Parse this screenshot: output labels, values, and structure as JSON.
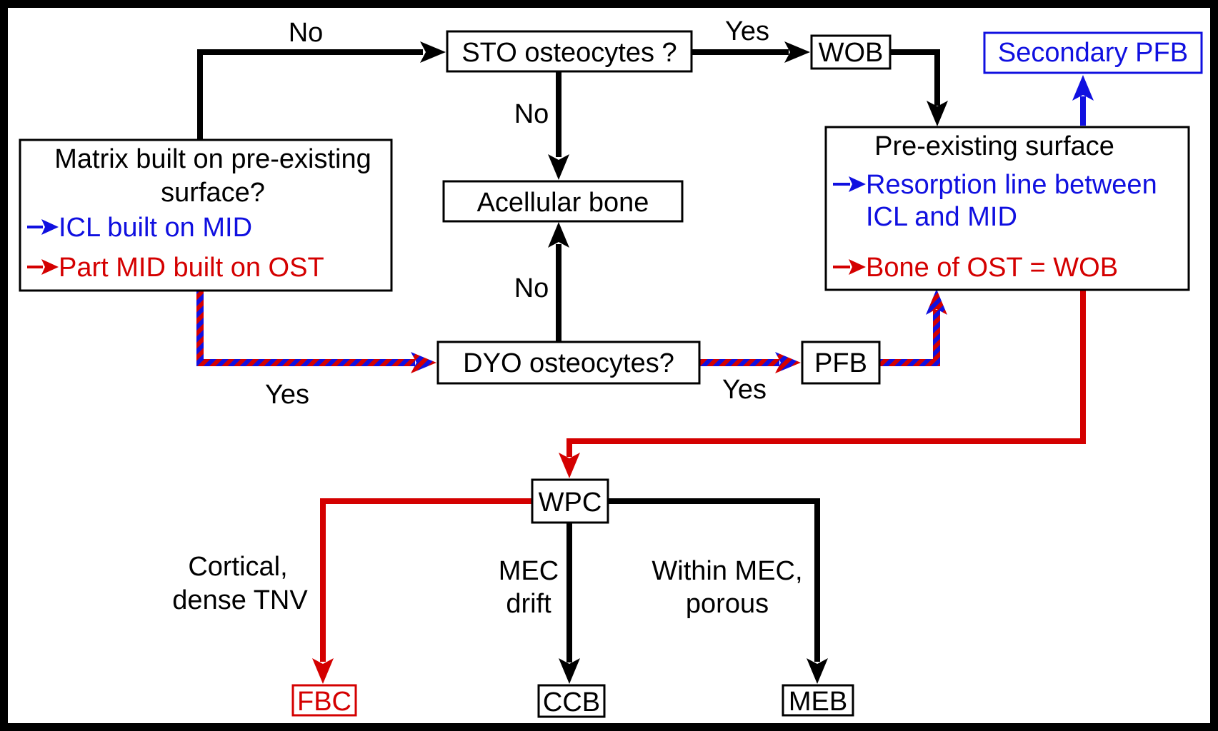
{
  "colors": {
    "black": "#000000",
    "blue": "#1010e0",
    "red": "#d40000"
  },
  "nodes": {
    "matrix_title_1": "Matrix built on pre-existing",
    "matrix_title_2": "surface?",
    "matrix_blue_item": "ICL built on MID",
    "matrix_red_item": "Part MID built on OST",
    "sto": "STO osteocytes ?",
    "wob": "WOB",
    "secondary_pfb": "Secondary PFB",
    "acellular": "Acellular bone",
    "dyo": "DYO osteocytes?",
    "pfb": "PFB",
    "preexisting_title": "Pre-existing surface",
    "preexisting_blue_1": "Resorption line between",
    "preexisting_blue_2": "ICL and MID",
    "preexisting_red": "Bone of OST = WOB",
    "wpc": "WPC",
    "fbc": "FBC",
    "ccb": "CCB",
    "meb": "MEB"
  },
  "edge_labels": {
    "matrix_to_sto": "No",
    "sto_to_wob": "Yes",
    "sto_to_acellular": "No",
    "dyo_to_acellular": "No",
    "matrix_to_dyo": "Yes",
    "dyo_to_pfb": "Yes",
    "wpc_to_fbc_1": "Cortical,",
    "wpc_to_fbc_2": "dense TNV",
    "wpc_to_ccb_1": "MEC",
    "wpc_to_ccb_2": "drift",
    "wpc_to_meb_1": "Within MEC,",
    "wpc_to_meb_2": "porous"
  }
}
